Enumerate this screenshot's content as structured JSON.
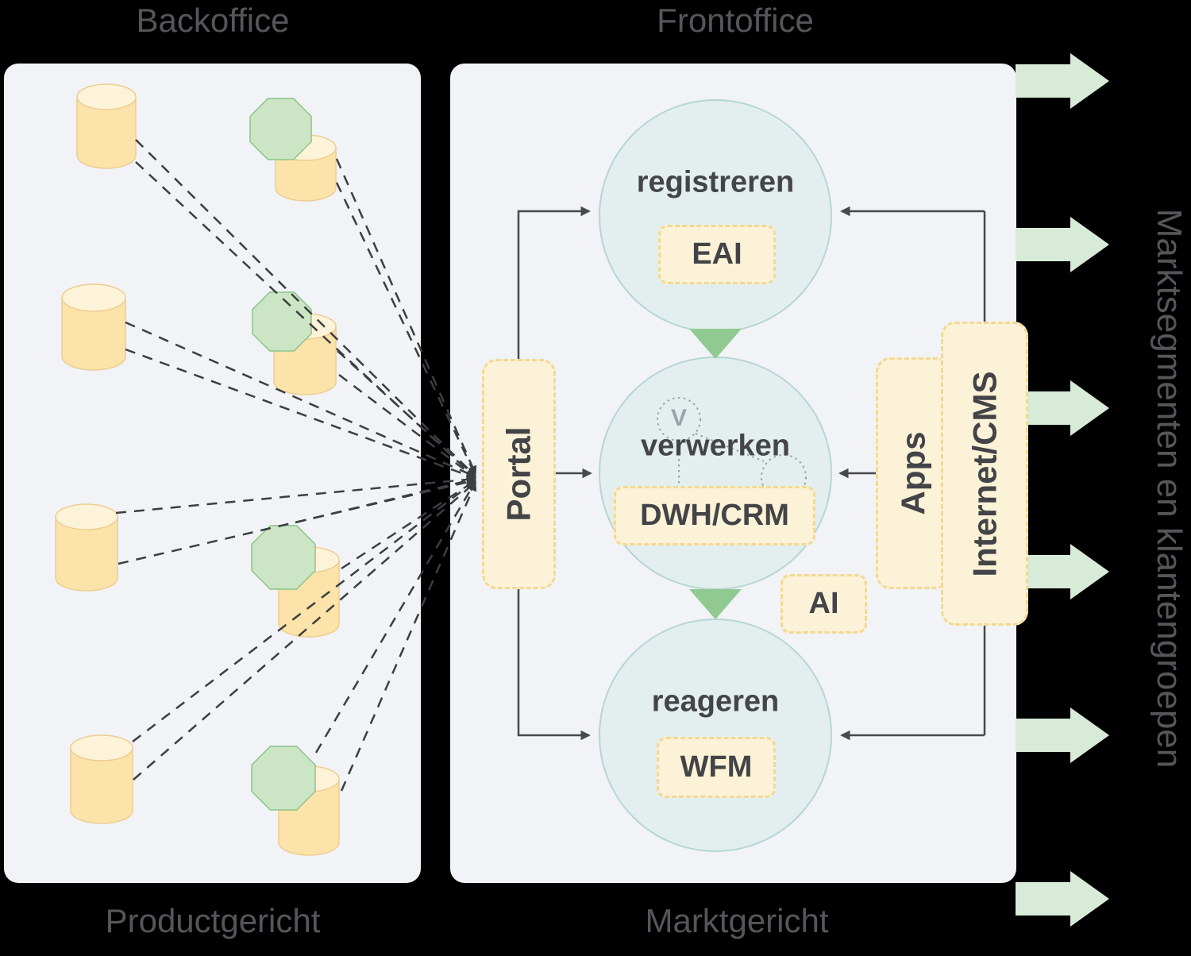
{
  "titles": {
    "backoffice": "Backoffice",
    "frontoffice": "Frontoffice"
  },
  "footers": {
    "left": "Productgericht",
    "right": "Marktgericht"
  },
  "side_label": "Marktsegmenten en klantengroepen",
  "circles": [
    {
      "label": "registreren",
      "tag": "EAI"
    },
    {
      "label": "verwerken",
      "tag": "DWH/CRM"
    },
    {
      "label": "reageren",
      "tag": "WFM"
    }
  ],
  "boxes": {
    "portal": "Portal",
    "apps": "Apps",
    "internet_cms": "Internet/CMS",
    "ai": "AI"
  },
  "decoration": {
    "v_label": "V"
  },
  "backoffice_contents": {
    "standalone_cylinders": 4,
    "octagon_cylinder_pairs": 4,
    "dashed_links_converge_on": "Portal"
  },
  "flow": {
    "left_hub": "Portal",
    "right_sources": [
      "Apps",
      "Internet/CMS"
    ],
    "sequence": [
      "registreren",
      "verwerken",
      "reageren"
    ],
    "output_arrows": 6
  },
  "colors": {
    "background": "#000000",
    "panel": "#f1f3f6",
    "yellow_fill": "#fbf2d7",
    "yellow_border": "#f4d894",
    "circle_fill": "#e2efee",
    "circle_border": "#b6d6d4",
    "cylinder_fill": "#fce3a9",
    "cylinder_top_fill": "#fdf3d8",
    "octagon_fill": "#cce6c5",
    "octagon_border": "#8cc48a",
    "green_triangle": "#90ca90",
    "green_arrow": "#d8ebd8",
    "line_dark": "#48494b",
    "dashed_line": "#3d3e40",
    "text_gray": "#55565a",
    "text_dark": "#454549"
  }
}
